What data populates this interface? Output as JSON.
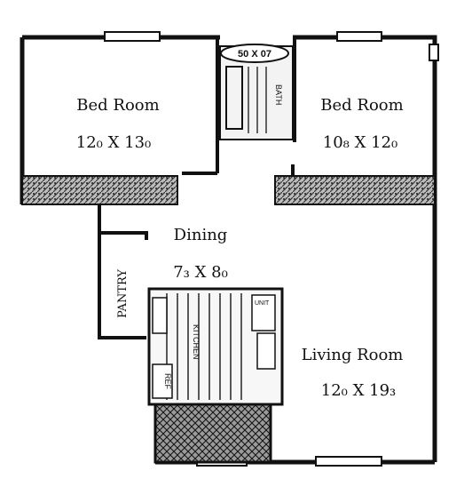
{
  "rooms": {
    "bedroom_left": {
      "name": "Bed Room",
      "size": "12₀ X 13₀"
    },
    "bedroom_right": {
      "name": "Bed Room",
      "size": "10₈ X 12₀"
    },
    "bath": {
      "size": "50 X 07",
      "label": "BATH"
    },
    "dining": {
      "name": "Dining",
      "size": "7₃ X 8₀"
    },
    "pantry": {
      "name": "PANTRY"
    },
    "living": {
      "name": "Living Room",
      "size": "12₀ X 19₃"
    },
    "kitchen": {
      "label": "KITCHEN",
      "ref_label": "REF",
      "unit_label": "UNIT"
    }
  },
  "colors": {
    "wall": "#111111",
    "hatch": "#555555",
    "background": "#ffffff"
  }
}
